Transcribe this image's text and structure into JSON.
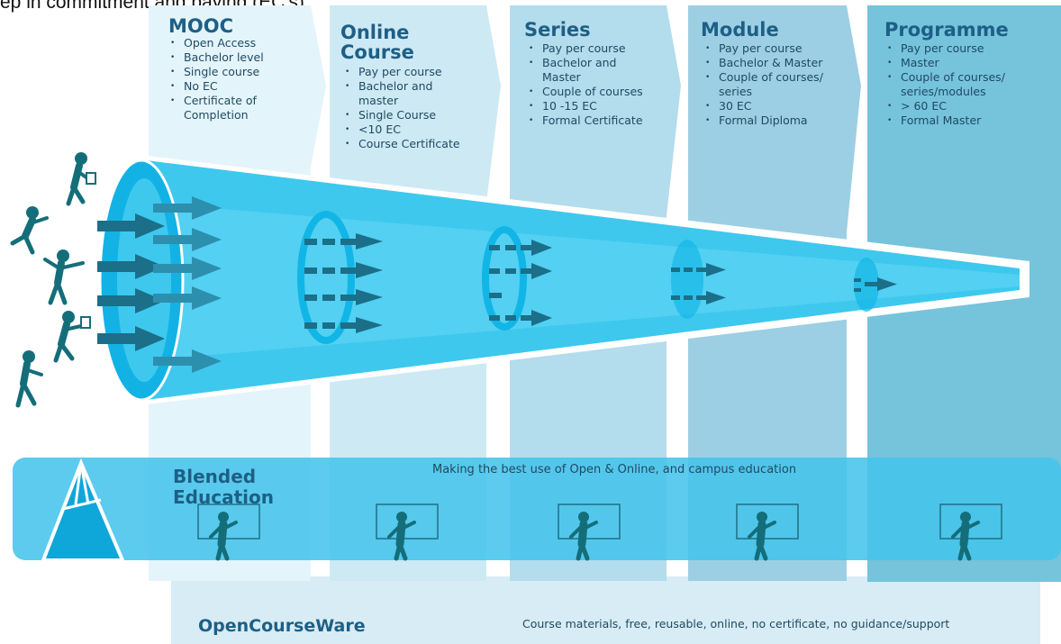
{
  "top_caption": "ep in commitment and paying (EC's)",
  "stages": [
    {
      "id": "mooc",
      "title": "MOOC",
      "items": [
        "Open Access",
        "Bachelor level",
        "Single course",
        "No EC",
        "Certificate of\nCompletion"
      ]
    },
    {
      "id": "online-course",
      "title": "Online\nCourse",
      "items": [
        "Pay per course",
        "Bachelor and\nmaster",
        "Single Course",
        "<10 EC",
        "Course Certificate"
      ]
    },
    {
      "id": "series",
      "title": "Series",
      "items": [
        "Pay per course",
        "Bachelor and\nMaster",
        "Couple of courses",
        "10 -15 EC",
        "Formal Certificate"
      ]
    },
    {
      "id": "module",
      "title": "Module",
      "items": [
        "Pay per course",
        "Bachelor & Master",
        "Couple of courses/\nseries",
        "30 EC",
        "Formal Diploma"
      ]
    },
    {
      "id": "programme",
      "title": "Programme",
      "items": [
        "Pay per course",
        "Master",
        "Couple of courses/\nseries/modules",
        "> 60 EC",
        "Formal Master"
      ]
    }
  ],
  "blended": {
    "title": "Blended\nEducation",
    "text": "Making the best use of Open & Online, and campus education"
  },
  "ocw": {
    "title": "OpenCourseWare",
    "text": "Course materials, free, reusable, online, no certificate, no guidance/support"
  },
  "colors": {
    "title": "#1d5f86",
    "funnel": "#3ec8ee",
    "ring": "#11b6e6",
    "arrow": "#1b6f88",
    "figure": "#146e7a"
  }
}
